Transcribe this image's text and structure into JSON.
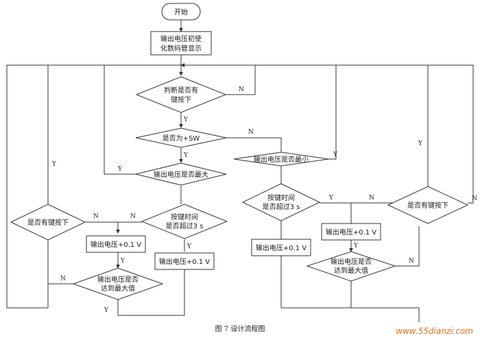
{
  "nodes": {
    "start": "开始",
    "init": [
      "输出电压初使",
      "化数码管显示"
    ],
    "key_pressed": [
      "判断是否有",
      "键按下"
    ],
    "is_sw": "是否为+SW",
    "is_max": "输出电压是否最大",
    "is_min": "输出电压是否最小",
    "left_key": "是否有键按下",
    "hold_left": [
      "按键时间",
      "是否超过3 s"
    ],
    "inc_a": "输出电压+0.1 V",
    "inc_b": "输出电压+0.1 V",
    "max_left": [
      "输出电压是否",
      "达到最大值"
    ],
    "hold_right": [
      "按键时间",
      "是否超过3 s"
    ],
    "inc_c": "输出电压+0.1 V",
    "inc_d": "输出电压+0.1 V",
    "max_right": [
      "输出电压是否",
      "达到最大值"
    ],
    "right_key": "是否有键按下"
  },
  "labels": {
    "y": "Y",
    "n": "N"
  },
  "caption": "图 7    设计流程图",
  "watermark": "www.55dianzi.com",
  "colors": {
    "line": "#333333",
    "watermark": "#e2731b"
  }
}
